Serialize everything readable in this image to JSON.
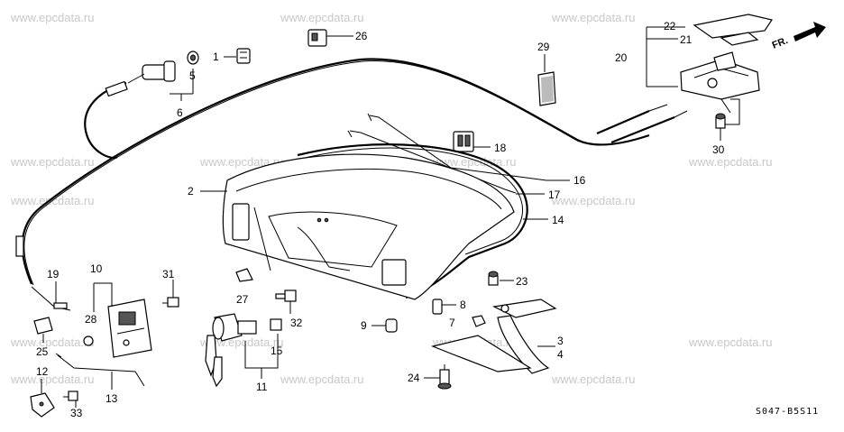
{
  "watermark": "www.epcdata.ru",
  "diagram_code": "S047-B5S11",
  "direction_label": "FR.",
  "callouts": [
    "1",
    "2",
    "3",
    "4",
    "5",
    "6",
    "7",
    "8",
    "9",
    "10",
    "11",
    "12",
    "13",
    "14",
    "15",
    "16",
    "17",
    "18",
    "19",
    "20",
    "21",
    "22",
    "23",
    "24",
    "25",
    "26",
    "27",
    "28",
    "29",
    "30",
    "31",
    "32",
    "33"
  ]
}
